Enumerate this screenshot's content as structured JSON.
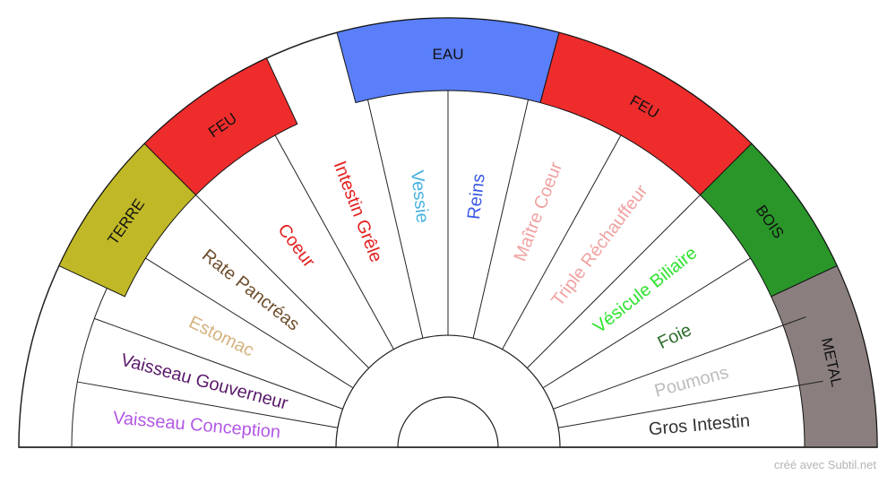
{
  "footer": "créé avec Subtil.net",
  "zones": [
    {
      "label": "TERRE",
      "color": "#c0b826",
      "start": 135,
      "end": 155
    },
    {
      "label": "FEU",
      "color": "#ee2c2c",
      "start": 115,
      "end": 135
    },
    {
      "label": "EAU",
      "color": "#5a7ff9",
      "start": 75,
      "end": 105
    },
    {
      "label": "FEU",
      "color": "#ee2c2c",
      "start": 45,
      "end": 75
    },
    {
      "label": "BOIS",
      "color": "#2a962a",
      "start": 25,
      "end": 45
    },
    {
      "label": "METAL",
      "color": "#8a7f7e",
      "start": 0,
      "end": 25
    }
  ],
  "sectors": [
    {
      "label": "Vaisseau Conception",
      "color": "#b257e6"
    },
    {
      "label": "Vaisseau Gouverneur",
      "color": "#5a1a6a"
    },
    {
      "label": "Estomac",
      "color": "#d4b27e"
    },
    {
      "label": "Rate Pancréas",
      "color": "#6e4e2c"
    },
    {
      "label": "Coeur",
      "color": "#e42020"
    },
    {
      "label": "Intestin Grêle",
      "color": "#e42020"
    },
    {
      "label": "Vessie",
      "color": "#47b2de"
    },
    {
      "label": "Reins",
      "color": "#3b5ae6"
    },
    {
      "label": "Maître Coeur",
      "color": "#f0a2a2"
    },
    {
      "label": "Triple Réchauffeur",
      "color": "#f0a2a2"
    },
    {
      "label": "Vésicule Biliaire",
      "color": "#2ee22e"
    },
    {
      "label": "Foie",
      "color": "#2e6e2e"
    },
    {
      "label": "Poumons",
      "color": "#bcbcbc"
    },
    {
      "label": "Gros Intestin",
      "color": "#333333"
    }
  ]
}
